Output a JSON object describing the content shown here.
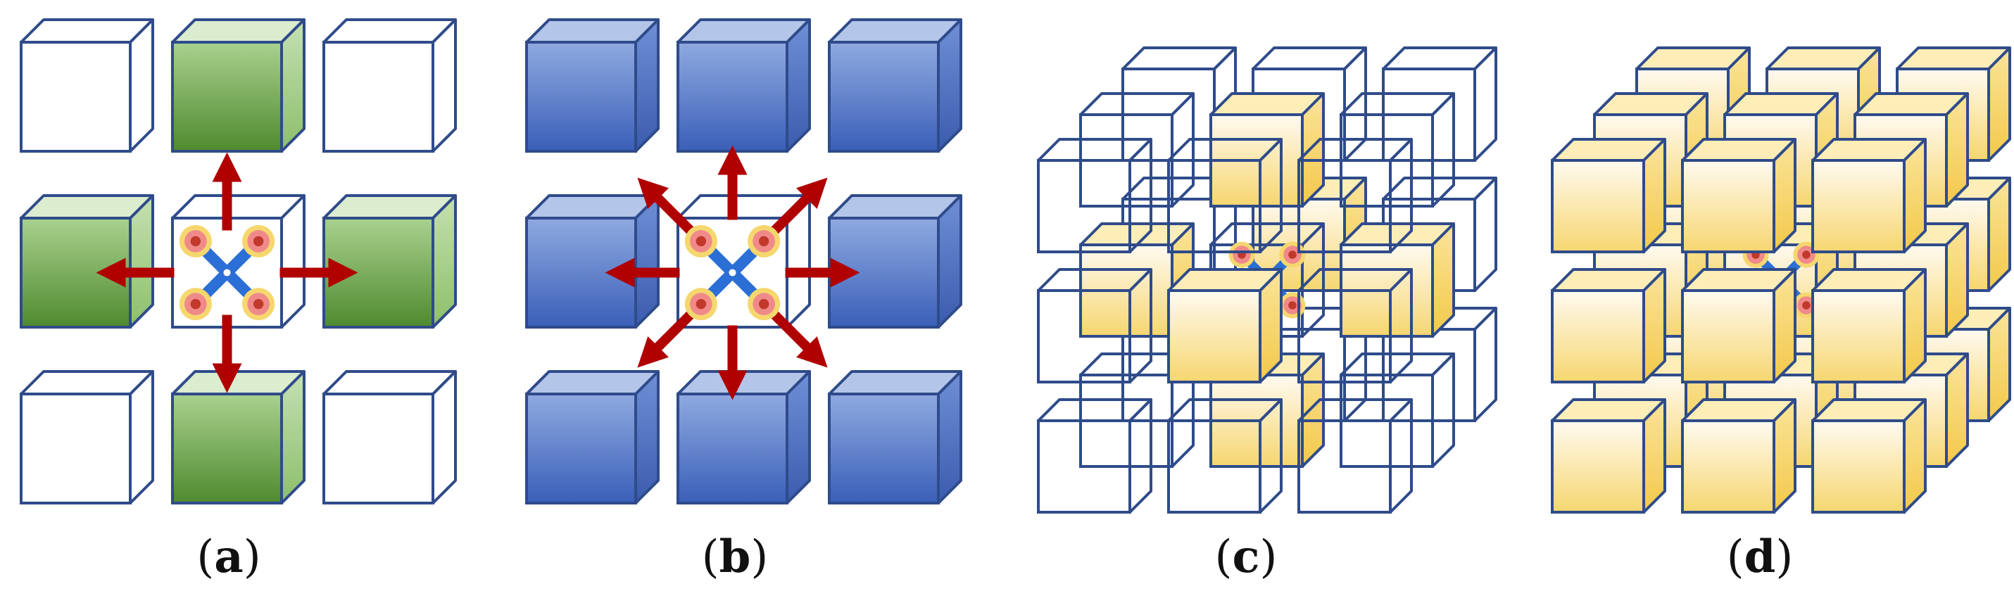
{
  "figure": {
    "panels": [
      {
        "id": "a",
        "label_open": "(",
        "label_letter": "a",
        "label_close": ")",
        "neighbor_color": "#6aa84f",
        "arrows": 4,
        "layers": 1
      },
      {
        "id": "b",
        "label_open": "(",
        "label_letter": "b",
        "label_close": ")",
        "neighbor_color": "#4a6fc0",
        "arrows": 8,
        "layers": 1
      },
      {
        "id": "c",
        "label_open": "(",
        "label_letter": "c",
        "label_close": ")",
        "neighbor_color": "#f7d774",
        "arrows": 0,
        "layers": 3,
        "style": "partial"
      },
      {
        "id": "d",
        "label_open": "(",
        "label_letter": "d",
        "label_close": ")",
        "neighbor_color": "#f7d774",
        "arrows": 0,
        "layers": 3,
        "style": "full"
      }
    ],
    "colors": {
      "edge": "#2f4b8a",
      "arrow": "#b00000",
      "drone_body": "#2b6fd6",
      "rotor_outer": "#f5d76e",
      "rotor_mid": "#f08a8a",
      "rotor_inner": "#c0392b"
    },
    "icons": [
      "uav-icon",
      "arrow-icon",
      "cube-icon"
    ]
  }
}
